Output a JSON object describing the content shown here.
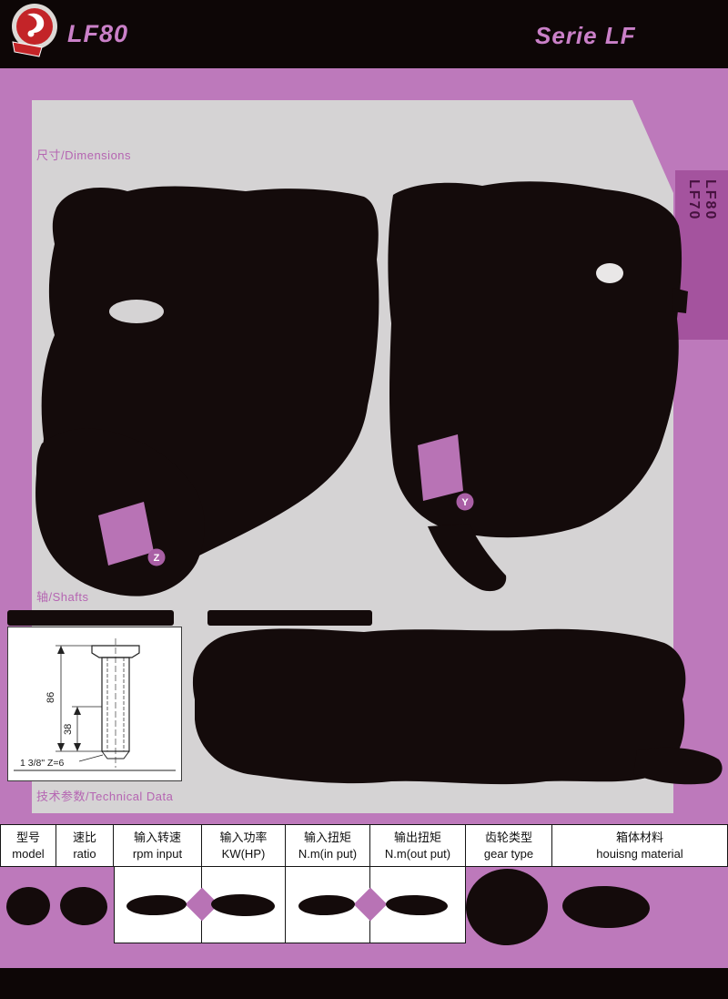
{
  "header": {
    "model": "LF80",
    "series": "Serie LF"
  },
  "side_tab": {
    "line1": "LF70",
    "line2": "LF80"
  },
  "sections": {
    "dimensions": "尺寸/Dimensions",
    "shafts": "轴/Shafts",
    "technical": "技术参数/Technical Data"
  },
  "markers": {
    "y": "Y",
    "z": "Z"
  },
  "shaft_drawing": {
    "dim_overall": "86",
    "dim_spline": "38",
    "spline_spec": "1 3/8\" Z=6"
  },
  "table": {
    "headers": [
      {
        "cn": "型号",
        "en": "model"
      },
      {
        "cn": "速比",
        "en": "ratio"
      },
      {
        "cn": "输入转速",
        "en": "rpm input"
      },
      {
        "cn": "输入功率",
        "en": "KW(HP)"
      },
      {
        "cn": "输入扭矩",
        "en": "N.m(in put)"
      },
      {
        "cn": "输出扭矩",
        "en": "N.m(out put)"
      },
      {
        "cn": "齿轮类型",
        "en": "gear type"
      },
      {
        "cn": "箱体材料",
        "en": "houisng material"
      }
    ]
  }
}
